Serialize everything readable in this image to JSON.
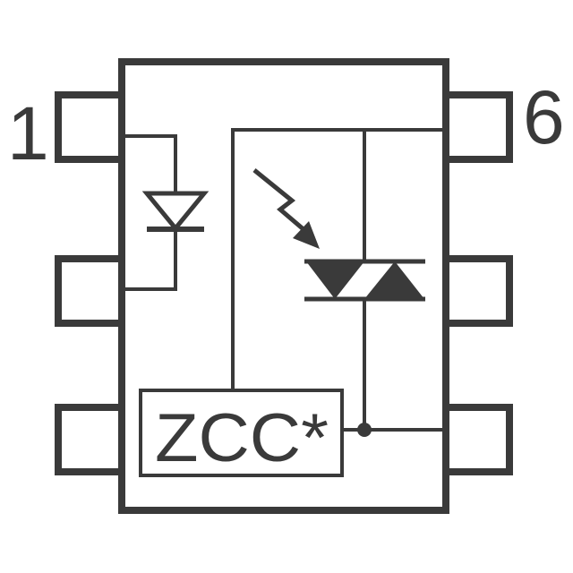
{
  "pins": {
    "pin1_label": "1",
    "pin6_label": "6"
  },
  "zcc": {
    "label": "ZCC*"
  },
  "icons": {
    "emitter": "led-diode-icon",
    "light": "light-arrow-icon",
    "switch": "triac-icon",
    "junction": "junction-dot-icon"
  },
  "colors": {
    "stroke": "#3a3a3a",
    "background": "#ffffff"
  }
}
